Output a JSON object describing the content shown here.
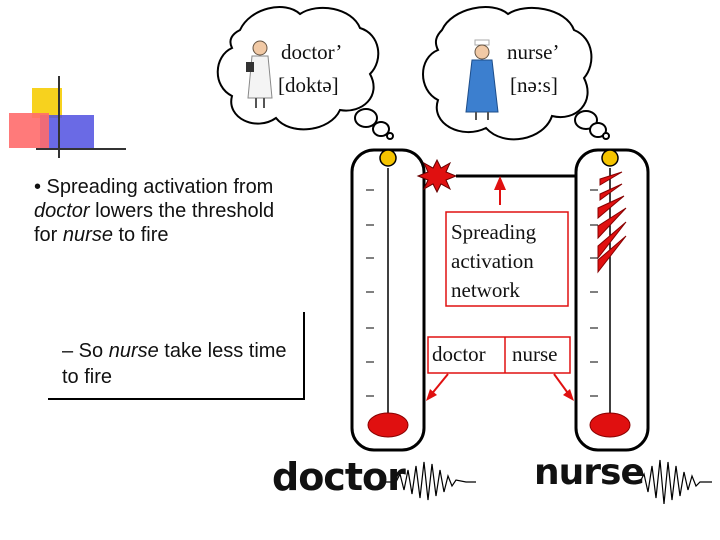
{
  "thought_bubbles": {
    "doctor": {
      "word": "doctor’",
      "phonetic": "[doktə]"
    },
    "nurse": {
      "word": "nurse’",
      "phonetic": "[nə:s]"
    }
  },
  "bullets": {
    "main_prefix": "• Spreading activation from ",
    "main_em": "doctor",
    "main_middle": " lowers the threshold for ",
    "main_em2": "nurse",
    "main_suffix": " to fire",
    "sub_prefix": "– So ",
    "sub_em": "nurse",
    "sub_suffix": " take less time to fire"
  },
  "network": {
    "line1": "Spreading",
    "line2": "activation",
    "line3": "network",
    "node_doctor": "doctor",
    "node_nurse": "nurse"
  },
  "words": {
    "doctor": "doctor",
    "nurse": "nurse"
  },
  "colors": {
    "red": "#e01010",
    "yellow": "#f5c400",
    "blue_accent": "#3a3ad0",
    "pink_accent": "#ff7070"
  }
}
